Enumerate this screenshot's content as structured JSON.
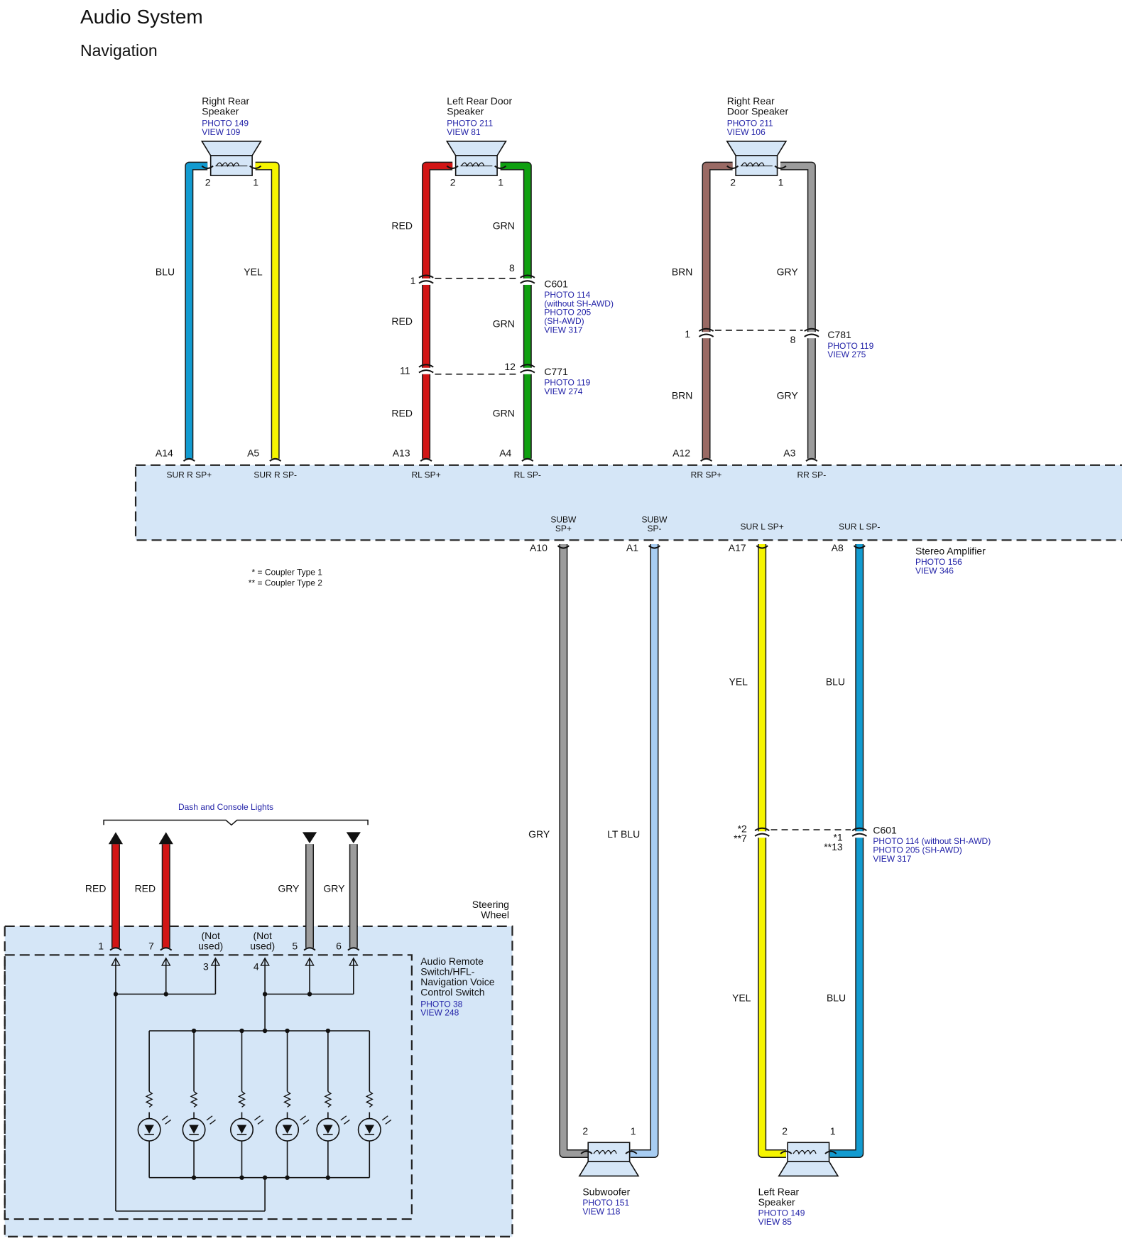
{
  "header": {
    "title": "Audio System",
    "subtitle": "Navigation"
  },
  "colors": {
    "BLU": "#129bd0",
    "YEL": "#f6f500",
    "RED": "#d21515",
    "GRN": "#0fa010",
    "BRN": "#9a6a64",
    "GRY": "#9c9c9c",
    "LTBLU": "#a8cdf2",
    "box_fill": "#d5e6f7",
    "ref_text": "#2323a8"
  },
  "top_speakers": [
    {
      "name_lines": [
        "Right Rear",
        "Speaker"
      ],
      "ref_lines": [
        "PHOTO 149",
        "VIEW 109"
      ],
      "pin_left": "2",
      "pin_right": "1"
    },
    {
      "name_lines": [
        "Left Rear Door",
        "Speaker"
      ],
      "ref_lines": [
        "PHOTO 211",
        "VIEW 81"
      ],
      "pin_left": "2",
      "pin_right": "1"
    },
    {
      "name_lines": [
        "Right Rear",
        "Door Speaker"
      ],
      "ref_lines": [
        "PHOTO 211",
        "VIEW 106"
      ],
      "pin_left": "2",
      "pin_right": "1"
    }
  ],
  "wire_labels": {
    "w1": "BLU",
    "w2": "YEL",
    "w3a": "RED",
    "w3b": "RED",
    "w3c": "RED",
    "w4a": "GRN",
    "w4b": "GRN",
    "w4c": "GRN",
    "w5a": "BRN",
    "w5b": "BRN",
    "w6a": "GRY",
    "w6b": "GRY",
    "w7": "GRY",
    "w8": "LT BLU",
    "w9a": "YEL",
    "w9b": "YEL",
    "w10a": "BLU",
    "w10b": "BLU"
  },
  "connectors": {
    "c601_top": {
      "name": "C601",
      "pin_left": "1",
      "pin_right": "8",
      "ref_lines": [
        "PHOTO 114",
        "(without SH-AWD)",
        "PHOTO 205",
        "(SH-AWD)",
        "VIEW 317"
      ]
    },
    "c771": {
      "name": "C771",
      "pin_left": "11",
      "pin_right": "12",
      "ref_lines": [
        "PHOTO 119",
        "VIEW 274"
      ]
    },
    "c781": {
      "name": "C781",
      "pin_left": "1",
      "pin_right": "8",
      "ref_lines": [
        "PHOTO 119",
        "VIEW 275"
      ]
    },
    "c601_bottom": {
      "name": "C601",
      "pin_left_lines": [
        "*2",
        "**7"
      ],
      "pin_right_lines": [
        "*1",
        "**13"
      ],
      "ref_lines": [
        "PHOTO 114 (without SH-AWD)",
        "PHOTO 205 (SH-AWD)",
        "VIEW 317"
      ]
    }
  },
  "amplifier": {
    "name": "Stereo Amplifier",
    "ref_lines": [
      "PHOTO 156",
      "VIEW 346"
    ],
    "top_pins": [
      {
        "pin": "A14",
        "terminal": "SUR R SP+"
      },
      {
        "pin": "A5",
        "terminal": "SUR R SP-"
      },
      {
        "pin": "A13",
        "terminal": "RL SP+"
      },
      {
        "pin": "A4",
        "terminal": "RL SP-"
      },
      {
        "pin": "A12",
        "terminal": "RR SP+"
      },
      {
        "pin": "A3",
        "terminal": "RR SP-"
      }
    ],
    "bottom_pins": [
      {
        "pin": "A10",
        "terminal_lines": [
          "SUBW",
          "SP+"
        ]
      },
      {
        "pin": "A1",
        "terminal_lines": [
          "SUBW",
          "SP-"
        ]
      },
      {
        "pin": "A17",
        "terminal_lines": [
          "SUR L SP+"
        ]
      },
      {
        "pin": "A8",
        "terminal_lines": [
          "SUR L SP-"
        ]
      }
    ]
  },
  "legend": {
    "line1": "* = Coupler Type 1",
    "line2": "** = Coupler Type 2"
  },
  "bottom_speakers": [
    {
      "name_lines": [
        "Subwoofer"
      ],
      "ref_lines": [
        "PHOTO 151",
        "VIEW 118"
      ],
      "pin_left": "2",
      "pin_right": "1"
    },
    {
      "name_lines": [
        "Left Rear",
        "Speaker"
      ],
      "ref_lines": [
        "PHOTO 149",
        "VIEW 85"
      ],
      "pin_left": "2",
      "pin_right": "1"
    }
  ],
  "dash_lights": {
    "label": "Dash and Console Lights",
    "wire_labels": [
      "RED",
      "RED",
      "GRY",
      "GRY"
    ]
  },
  "steering": {
    "wheel_label_lines": [
      "Steering",
      "Wheel"
    ],
    "switch_name_lines": [
      "Audio Remote",
      "Switch/HFL-",
      "Navigation Voice",
      "Control Switch"
    ],
    "switch_ref_lines": [
      "PHOTO 38",
      "VIEW 248"
    ],
    "pins": [
      "1",
      "7",
      "5",
      "6"
    ],
    "unused_pins": [
      {
        "pin": "3",
        "note_lines": [
          "(Not",
          "used)"
        ]
      },
      {
        "pin": "4",
        "note_lines": [
          "(Not",
          "used)"
        ]
      }
    ]
  }
}
